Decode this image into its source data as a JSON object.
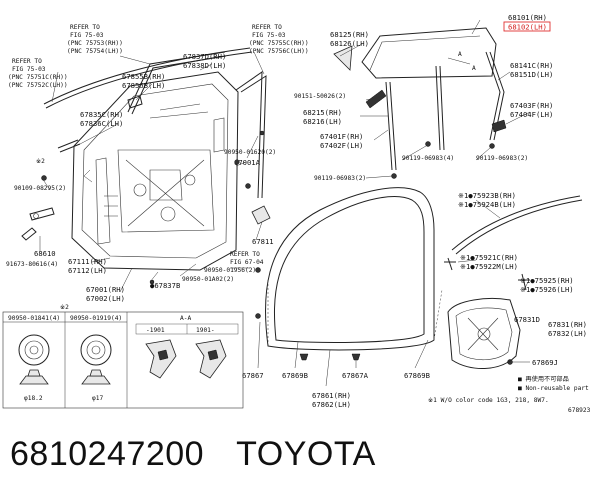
{
  "caption": {
    "part_number": "6810247200",
    "brand": "TOYOTA"
  },
  "refs": {
    "r1": [
      "REFER TO",
      "FIG 75-03",
      "(PNC 75753(RH))",
      "(PNC 75754(LH))"
    ],
    "r2": [
      "REFER TO",
      "FIG 75-03",
      "(PNC 75751C(RH))",
      "(PNC 75752C(LH))"
    ],
    "r3": [
      "REFER TO",
      "FIG 75-03",
      "(PNC 75755C(RH))",
      "(PNC 75756C(LH))"
    ],
    "r4": [
      "REFER TO",
      "FIG 67-04"
    ]
  },
  "labels": {
    "p68101": "68101(RH)",
    "p68102": "68102(LH)",
    "p68125": "68125(RH)",
    "p68126": "68126(LH)",
    "p68141": "68141C(RH)",
    "p68151": "68151D(LH)",
    "p67837": "67837D(RH)",
    "p67838": "67838D(LH)",
    "p67855": "67855B(RH)",
    "p67856": "67856B(LH)",
    "p67835": "67835C(RH)",
    "p67836": "67836C(LH)",
    "p90151": "90151-50026(2)",
    "p68215": "68215(RH)",
    "p68216": "68216(LH)",
    "p67403": "67403F(RH)",
    "p67404": "67404F(LH)",
    "p67401": "67401F(RH)",
    "p67402": "67402F(LH)",
    "p90950a": "90950-01620(2)",
    "p67001A": "67001A",
    "p90119a": "90119-06983(4)",
    "p90119b": "90119-06983(2)",
    "p90119c": "90119-06983(2)",
    "mark2a": "※2",
    "p90109": "90109-08295(2)",
    "p75923": "※1●75923B(RH)",
    "p75924": "※1●75924B(LH)",
    "p68610": "68610",
    "p91673": "91673-80616(4)",
    "p67811": "67811",
    "p67111": "67111(RH)",
    "p67112": "67112(LH)",
    "p90950b": "90950-01956(2)",
    "p75921": "※1●75921C(RH)",
    "p75922": "※1●75922M(LH)",
    "p90950c": "90950-01A02(2)",
    "p67837B": "●67837B",
    "p75925": "※1●75925(RH)",
    "p75926": "※1●75926(LH)",
    "p67001": "67001(RH)",
    "p67002": "67002(LH)",
    "mark2b": "※2",
    "p67831D": "67831D",
    "p67831": "67831(RH)",
    "p67832": "67832(LH)",
    "p67869J": "67869J",
    "p67867": "67867",
    "p67869B1": "67869B",
    "p67867A": "67867A",
    "p67869B2": "67869B",
    "p67861": "67861(RH)",
    "p67862": "67862(LH)",
    "n_nonreuse_jp": "■ 再使用不可部品",
    "n_nonreuse_en": "■ Non-reusable part",
    "n_wo": "※1 W/O color code 1G3, 218, 8W7."
  },
  "inset": {
    "left_title": "90950-01841(4)",
    "right_title": "90950-01919(4)",
    "left_dim": "φ18.2",
    "right_dim": "φ17",
    "aa_title": "A-A",
    "aa_left": "-1901",
    "aa_right": "1901-"
  },
  "figure_id": "678923"
}
